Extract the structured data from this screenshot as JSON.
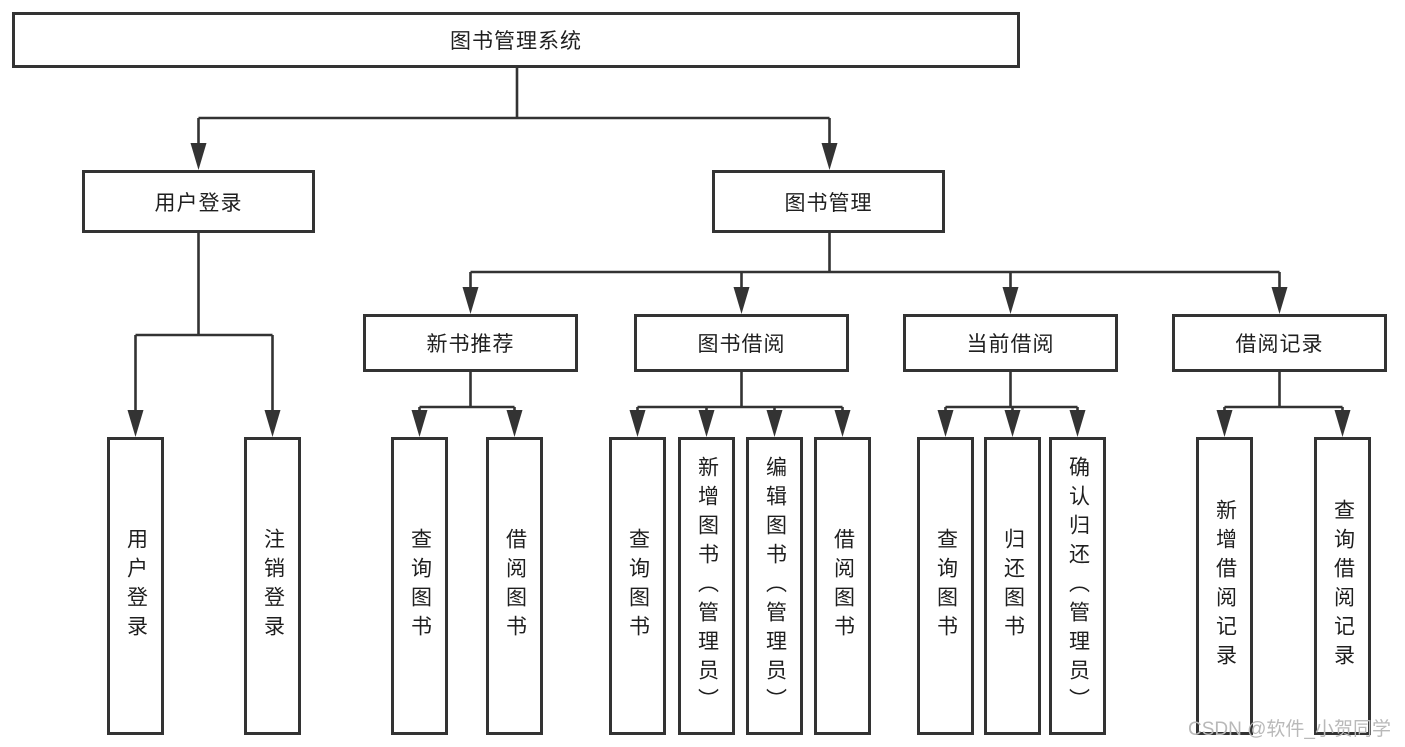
{
  "diagram": {
    "root": {
      "label": "图书管理系统"
    },
    "level2": {
      "user_login": {
        "label": "用户登录",
        "children": [
          "用户登录",
          "注销登录"
        ]
      },
      "book_mgmt": {
        "label": "图书管理"
      }
    },
    "level3": {
      "new_books": {
        "label": "新书推荐",
        "children": [
          "查询图书",
          "借阅图书"
        ]
      },
      "borrow": {
        "label": "图书借阅",
        "children": [
          "查询图书",
          "新增图书（管理员）",
          "编辑图书（管理员）",
          "借阅图书"
        ]
      },
      "current": {
        "label": "当前借阅",
        "children": [
          "查询图书",
          "归还图书",
          "确认归还（管理员）"
        ]
      },
      "records": {
        "label": "借阅记录",
        "children": [
          "新增借阅记录",
          "查询借阅记录"
        ]
      }
    }
  },
  "watermark": {
    "text": "CSDN @软件_小贺同学"
  },
  "colors": {
    "line": "#333333",
    "text": "#1f1f1f",
    "watermark": "#b9b9b9"
  }
}
